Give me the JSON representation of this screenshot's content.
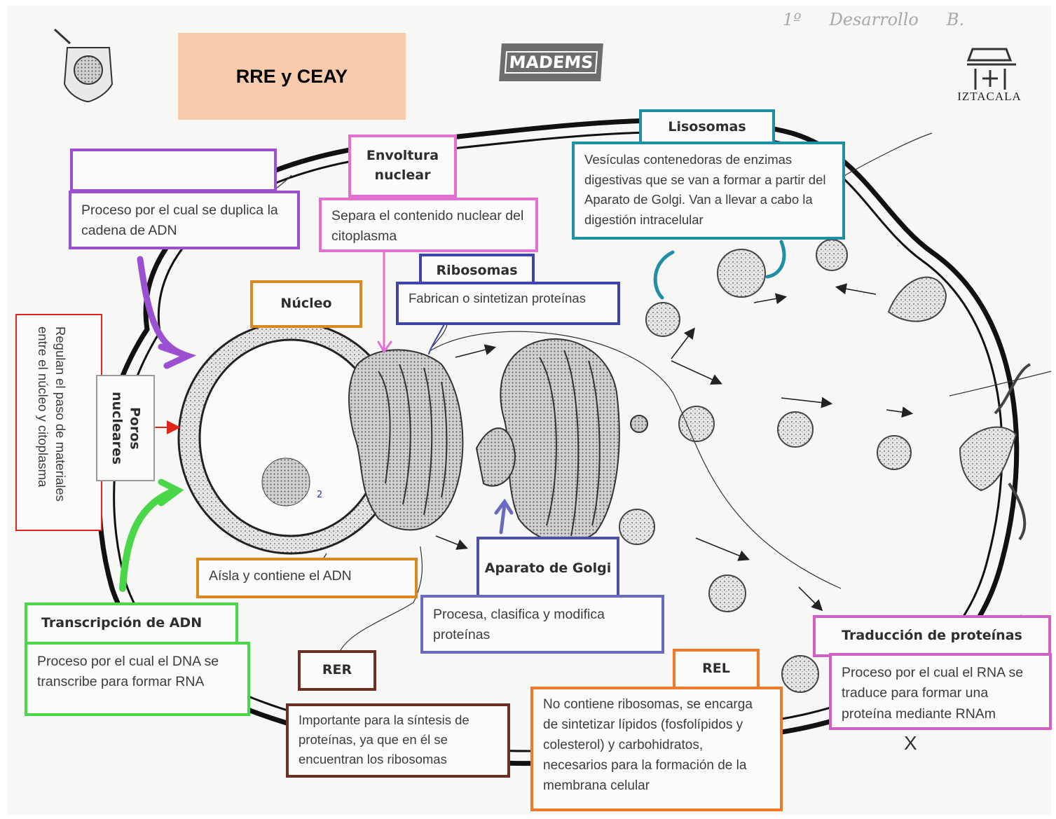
{
  "header": {
    "title": "RRE y CEAY",
    "madems_logo": "MADEMS",
    "iztacala_logo": "IZTACALA",
    "handwritten": [
      "1º",
      "Desarrollo",
      "B."
    ]
  },
  "labels": {
    "replicacion": {
      "name": "",
      "desc": "Proceso por el cual se duplica la cadena de ADN"
    },
    "envoltura": {
      "name": "Envoltura nuclear",
      "desc": "Separa el contenido nuclear del citoplasma"
    },
    "lisosomas": {
      "name": "Lisosomas",
      "desc": "Vesículas contenedoras de enzimas digestivas que se van a formar a partir del Aparato de Golgi. Van a llevar a cabo la digestión intracelular"
    },
    "ribosomas": {
      "name": "Ribosomas",
      "desc": "Fabrican o sintetizan proteínas"
    },
    "nucleo": {
      "name": "Núcleo",
      "desc": "Aísla y contiene el ADN"
    },
    "poros": {
      "name": "Poros nucleares",
      "desc": "Regulan el paso de materiales entre el núcleo y citoplasma"
    },
    "golgi": {
      "name": "Aparato de Golgi",
      "desc": "Procesa, clasifica y modifica proteínas"
    },
    "transcripcion": {
      "name": "Transcripción de ADN",
      "desc": "Proceso por el cual el DNA se transcribe para formar RNA"
    },
    "rer": {
      "name": "RER",
      "desc": "Importante para la síntesis de proteínas, ya que en él se encuentran los ribosomas"
    },
    "rel": {
      "name": "REL",
      "desc": "No contiene ribosomas, se encarga de sintetizar lípidos (fosfolípidos y colesterol) y carbohidratos, necesarios para la formación de la membrana celular"
    },
    "traduccion": {
      "name": "Traducción de proteínas",
      "desc": "Proceso por el cual el RNA se traduce para formar una proteína mediante RNAm"
    }
  },
  "marks": {
    "x": "X",
    "nucleus_note": "2"
  },
  "colors": {
    "purple": "#9b4fd1",
    "pink": "#e36fd0",
    "teal": "#1f8fa6",
    "navy": "#3d46a8",
    "orange": "#d9891f",
    "red": "#e0241b",
    "green": "#49d649",
    "periwinkle": "#6a6ac4",
    "brown": "#6b2f24",
    "orange_rel": "#ef7a2a",
    "magenta": "#d15fc4",
    "title_fill": "#f8cbad"
  }
}
